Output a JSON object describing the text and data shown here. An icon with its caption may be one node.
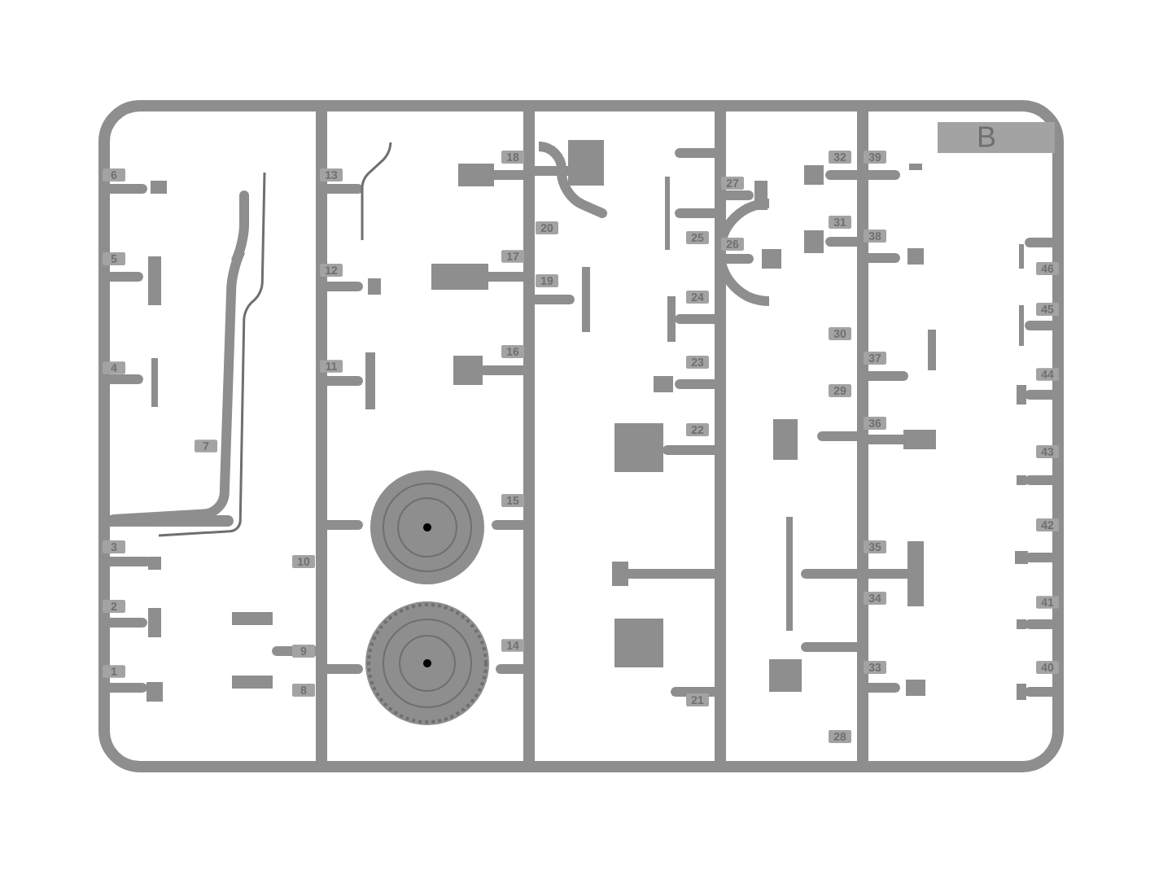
{
  "diagram": {
    "labels": [
      "B",
      "18",
      "32",
      "39",
      "6",
      "13",
      "27",
      "31",
      "20",
      "38",
      "25",
      "26",
      "17",
      "5",
      "46",
      "12",
      "19",
      "24",
      "45",
      "30",
      "16",
      "37",
      "23",
      "11",
      "4",
      "44",
      "29",
      "36",
      "22",
      "7",
      "43",
      "15",
      "42",
      "3",
      "35",
      "10",
      "34",
      "41",
      "2",
      "14",
      "9",
      "33",
      "40",
      "1",
      "8",
      "21",
      "28"
    ]
  }
}
